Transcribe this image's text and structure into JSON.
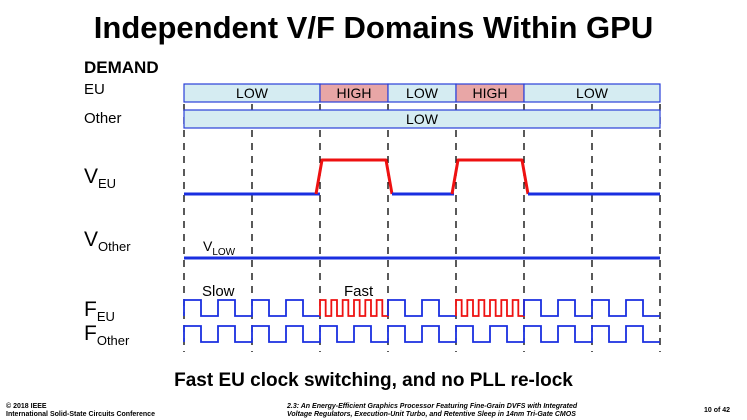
{
  "title": "Independent V/F Domains Within GPU",
  "demand_label": "DEMAND",
  "rows": {
    "eu_label": "EU",
    "other_label": "Other"
  },
  "eu_demand": [
    {
      "label": "LOW",
      "state": "low"
    },
    {
      "label": "HIGH",
      "state": "high"
    },
    {
      "label": "LOW",
      "state": "low"
    },
    {
      "label": "HIGH",
      "state": "high"
    },
    {
      "label": "LOW",
      "state": "low"
    }
  ],
  "other_demand": [
    {
      "label": "LOW",
      "state": "low"
    }
  ],
  "signals": {
    "v_eu": {
      "main": "V",
      "sub": "EU"
    },
    "v_other": {
      "main": "V",
      "sub": "Other"
    },
    "v_low": {
      "main": "V",
      "sub": "LOW"
    },
    "f_eu": {
      "main": "F",
      "sub": "EU"
    },
    "f_other": {
      "main": "F",
      "sub": "Other"
    }
  },
  "clock_labels": {
    "slow": "Slow",
    "fast": "Fast"
  },
  "subtitle": "Fast EU clock switching, and no PLL re-lock",
  "footer": {
    "left_line1": "© 2018 IEEE",
    "left_line2": "International Solid-State Circuits Conference",
    "center_line1": "2.3: An Energy-Efficient Graphics Processor Featuring Fine-Grain DVFS with Integrated",
    "center_line2": "Voltage Regulators, Execution-Unit Turbo, and Retentive Sleep in 14nm Tri-Gate CMOS",
    "page": "10 of 42"
  },
  "colors": {
    "low_fill": "#d5ecf2",
    "high_fill": "#e8a6a6",
    "box_border": "#2a3fd8",
    "signal_low": "#1a2fe0",
    "signal_high": "#ee1111"
  }
}
